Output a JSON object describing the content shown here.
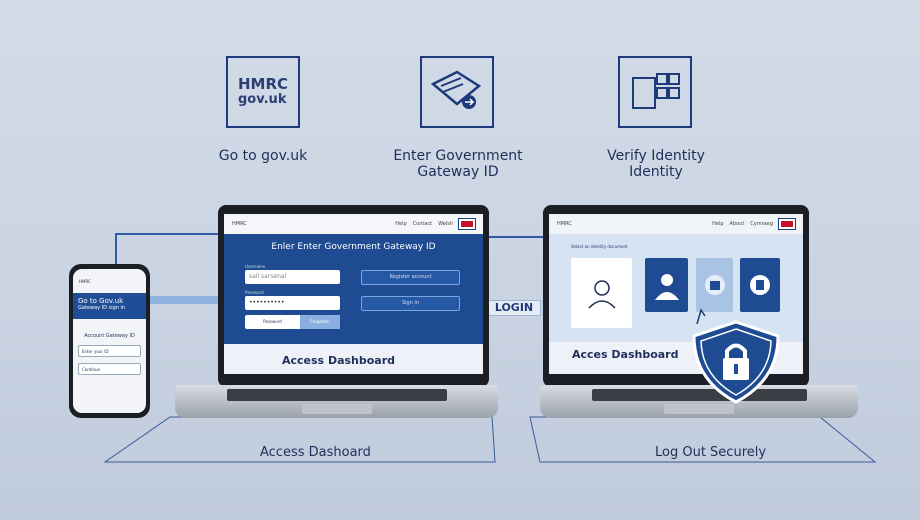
{
  "steps": [
    {
      "label_line1": "Go to gov.uk",
      "label_line2": "",
      "logo_line1": "HMRC",
      "logo_line2": "gov.uk"
    },
    {
      "label_line1": "Enter Government",
      "label_line2": "Gateway ID"
    },
    {
      "label_line1": "Verify Identity",
      "label_line2": "Identity"
    }
  ],
  "laptop1": {
    "heading": "Enler Enter Government Gateway ID",
    "field1_label": "Username",
    "field1_value": "sall sarsenal",
    "field2_label": "Password",
    "field2_value": "••••••••••",
    "button_a": "Password",
    "button_b": "Forgotten",
    "right_button1": "Register account",
    "right_button2": "Sign in",
    "footer": "Access Dashboard",
    "nav_items": [
      "Help",
      "Contact",
      "Welsh"
    ]
  },
  "laptop2": {
    "section_title": "Select an identity document",
    "footer": "Acces Dashboard",
    "nav_items": [
      "Help",
      "About",
      "Cymraeg"
    ]
  },
  "phone": {
    "banner_line1": "Go to Gov.uk",
    "banner_line2": "Gateway ID sign in",
    "section": "Account Gateway ID",
    "button1": "Enter your ID",
    "button2": "Continue"
  },
  "connector_label": "LOGIN",
  "bottom_labels": [
    "Access Dashoard",
    "Log Out Securely"
  ]
}
